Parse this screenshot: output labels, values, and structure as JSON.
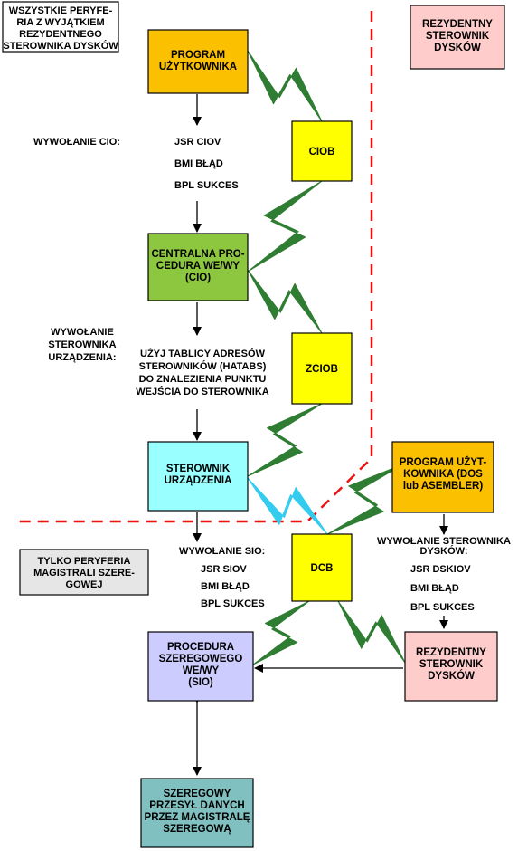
{
  "colors": {
    "program": "#FBC000",
    "control_block": "#FFFF00",
    "cio": "#8DC63F",
    "device_driver": "#99FFFF",
    "sio": "#CCCCFF",
    "serial": "#80C0C0",
    "resident": "#FFCCCC",
    "info_gray": "#E6E6E6",
    "zigzag_green": "#2E7D32",
    "zigzag_cyan": "#33CCEE",
    "boundary": "#EE1111"
  },
  "boxes": {
    "top_left_note": [
      "WSZYSTKIE PERYFE-",
      "RIA Z WYJĄTKIEM",
      "REZYDENTNEGO",
      "STEROWNIKA DYSKÓW"
    ],
    "resident_top": [
      "REZYDENTNY",
      "STEROWNIK",
      "DYSKÓW"
    ],
    "user_program": [
      "PROGRAM",
      "UŻYTKOWNIKA"
    ],
    "ciob": [
      "CIOB"
    ],
    "cio": [
      "CENTRALNA PRO-",
      "CEDURA WE/WY",
      "(CIO)"
    ],
    "zciob": [
      "ZCIOB"
    ],
    "device_driver": [
      "STEROWNIK",
      "URZĄDZENIA"
    ],
    "user_program_dos": [
      "PROGRAM UŻYT-",
      "KOWNIKA (DOS",
      "lub ASEMBLER)"
    ],
    "serial_only_note": [
      "TYLKO PERYFERIA",
      "MAGISTRALI SZERE-",
      "GOWEJ"
    ],
    "dcb": [
      "DCB"
    ],
    "sio": [
      "PROCEDURA",
      "SZEREGOWEGO",
      "WE/WY",
      "(SIO)"
    ],
    "resident_bottom": [
      "REZYDENTNY",
      "STEROWNIK",
      "DYSKÓW"
    ],
    "serial_transfer": [
      "SZEREGOWY",
      "PRZESYŁ DANYCH",
      "PRZEZ MAGISTRALĘ",
      "SZEREGOWĄ"
    ]
  },
  "labels": {
    "call_cio_title": "WYWOŁANIE CIO:",
    "call_cio_lines": [
      "JSR CIOV",
      "BMI BŁĄD",
      "BPL SUKCES"
    ],
    "call_driver_title": [
      "WYWOŁANIE",
      "STEROWNIKA",
      "URZĄDZENIA:"
    ],
    "hatabs_lines": [
      "UŻYJ TABLICY ADRESÓW",
      "STEROWNIKÓW (HATABS)",
      "DO ZNALEZIENIA PUNKTU",
      "WEJŚCIA DO STEROWNIKA"
    ],
    "call_sio_title": "WYWOŁANIE SIO:",
    "call_sio_lines": [
      "JSR SIOV",
      "BMI BŁĄD",
      "BPL SUKCES"
    ],
    "call_disk_title": [
      "WYWOŁANIE STEROWNIKA",
      "DYSKÓW:"
    ],
    "call_disk_lines": [
      "JSR DSKIOV",
      "BMI BŁĄD",
      "BPL SUKCES"
    ]
  }
}
